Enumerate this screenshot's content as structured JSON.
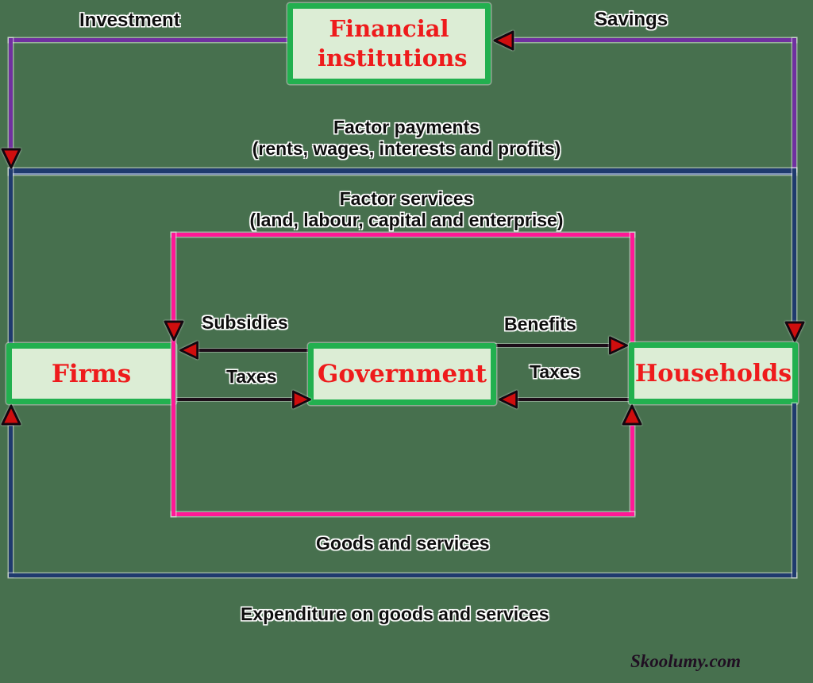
{
  "nodes": {
    "financial_institutions": "Financial institutions",
    "firms": "Firms",
    "government": "Government",
    "households": "Households"
  },
  "flows": {
    "investment": "Investment",
    "savings": "Savings",
    "factor_payments": "Factor payments",
    "factor_payments_detail": "(rents, wages, interests and profits)",
    "factor_services": "Factor services",
    "factor_services_detail": "(land, labour, capital and enterprise)",
    "subsidies": "Subsidies",
    "benefits": "Benefits",
    "taxes_from_firms": "Taxes",
    "taxes_from_households": "Taxes",
    "goods_and_services": "Goods and services",
    "expenditure": "Expenditure on goods and services"
  },
  "watermark": "Skoolumy.com",
  "colors": {
    "background": "#47704e",
    "purple-line": "#7030a0",
    "navy-line": "#1f3a6e",
    "pink-line": "#ff1896",
    "black-line": "#1c0d18",
    "arrow-red": "#cf0e0e",
    "arrow-outline": "#140710",
    "box-border": "#22b04f",
    "box-fill": "#dcedd5",
    "box-text": "#ee1b1c",
    "label-text": "#0e0e0e"
  }
}
